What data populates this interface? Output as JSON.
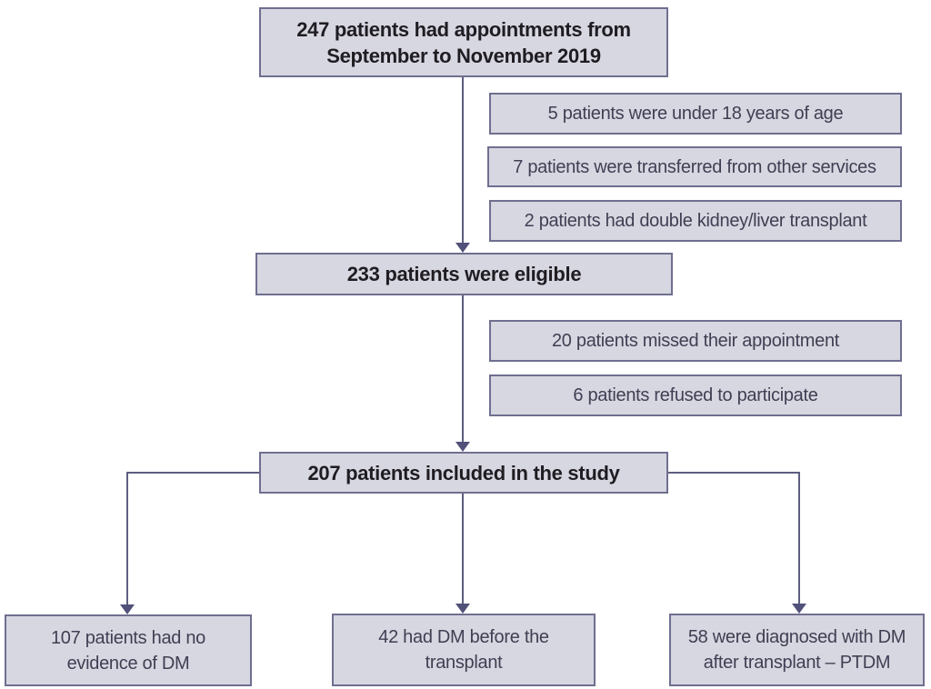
{
  "flowchart": {
    "title_semantic": "Patient inclusion flow diagram",
    "main_flow": {
      "appointments": "247 patients had appointments from September to November 2019",
      "eligible": "233 patients were eligible",
      "included": "207 patients included in the study"
    },
    "exclusions_round1": [
      "5 patients were under 18 years of age",
      "7 patients were transferred from other services",
      "2 patients had double kidney/liver transplant"
    ],
    "exclusions_round2": [
      "20 patients missed their appointment",
      "6 patients refused to participate"
    ],
    "outcomes": [
      "107 patients had no evidence of DM",
      "42 had DM before the transplant",
      "58 were diagnosed with DM after transplant – PTDM"
    ],
    "colors": {
      "box_fill": "#d7d7e1",
      "box_border": "#6f6f90",
      "line": "#5e5e80",
      "arrow": "#51517a",
      "text_bold": "#1f1c22",
      "text_regular": "#3f3f54",
      "canvas_bg": "#ffffff"
    }
  }
}
